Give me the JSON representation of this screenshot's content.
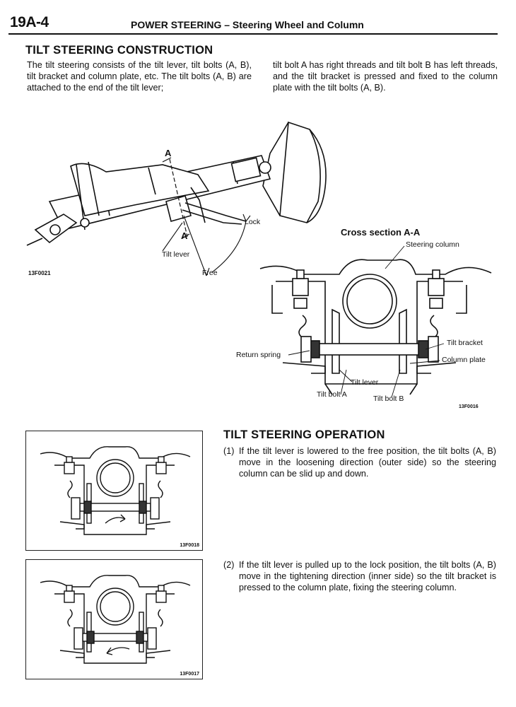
{
  "header": {
    "page_number": "19A-4",
    "title": "POWER STEERING – Steering Wheel and Column"
  },
  "construction": {
    "heading": "TILT STEERING CONSTRUCTION",
    "text_col1": "The tilt steering consists of the tilt lever, tilt bolts (A, B), tilt bracket and column plate, etc. The tilt bolts (A, B) are attached to the end of the tilt lever;",
    "text_col2": "tilt bolt A has right threads and tilt bolt B has left threads, and the tilt bracket is pressed and fixed to the column plate with the tilt bolts (A, B)."
  },
  "fig1": {
    "label_a_top": "A",
    "label_a_bottom": "A",
    "lock": "Lock",
    "tilt_lever": "Tilt lever",
    "free": "Free",
    "code": "13F0021"
  },
  "fig2": {
    "title": "Cross section A-A",
    "steering_column": "Steering column",
    "tilt_bracket": "Tilt bracket",
    "column_plate": "Column plate",
    "return_spring": "Return spring",
    "tilt_lever": "Tilt lever",
    "tilt_bolt_a": "Tilt bolt A",
    "tilt_bolt_b": "Tilt bolt B",
    "code": "13F0016"
  },
  "operation": {
    "heading": "TILT STEERING OPERATION",
    "items": [
      {
        "num": "(1)",
        "text": "If the tilt lever is lowered to the free position, the tilt bolts (A, B) move in the loosening direction (outer side) so the steering column can be slid up and down."
      },
      {
        "num": "(2)",
        "text": "If the tilt lever is pulled up to the lock position, the tilt bolts (A, B) move in the tightening direction (inner side) so the tilt bracket is pressed to the column plate, fixing the steering column."
      }
    ]
  },
  "fig3": {
    "code": "13F0018"
  },
  "fig4": {
    "code": "13F0017"
  }
}
